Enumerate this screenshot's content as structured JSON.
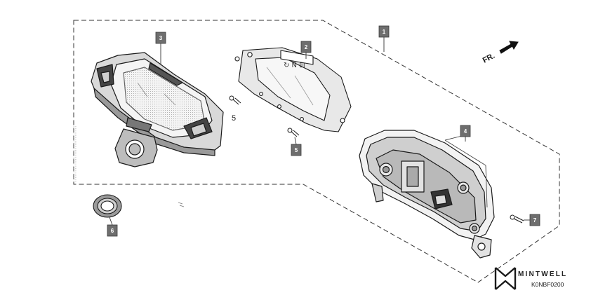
{
  "diagram": {
    "callouts": [
      {
        "id": "1",
        "label": "1"
      },
      {
        "id": "2",
        "label": "2"
      },
      {
        "id": "3",
        "label": "3"
      },
      {
        "id": "4",
        "label": "4"
      },
      {
        "id": "5",
        "label": "5"
      },
      {
        "id": "6",
        "label": "6"
      },
      {
        "id": "7",
        "label": "7"
      }
    ],
    "plain_labels": {
      "screw_upper": "5"
    },
    "direction": "FR.",
    "brand": "MINTWELL",
    "part_code": "K0NBF0200",
    "screen_glyphs": "↻ N ⊟"
  }
}
